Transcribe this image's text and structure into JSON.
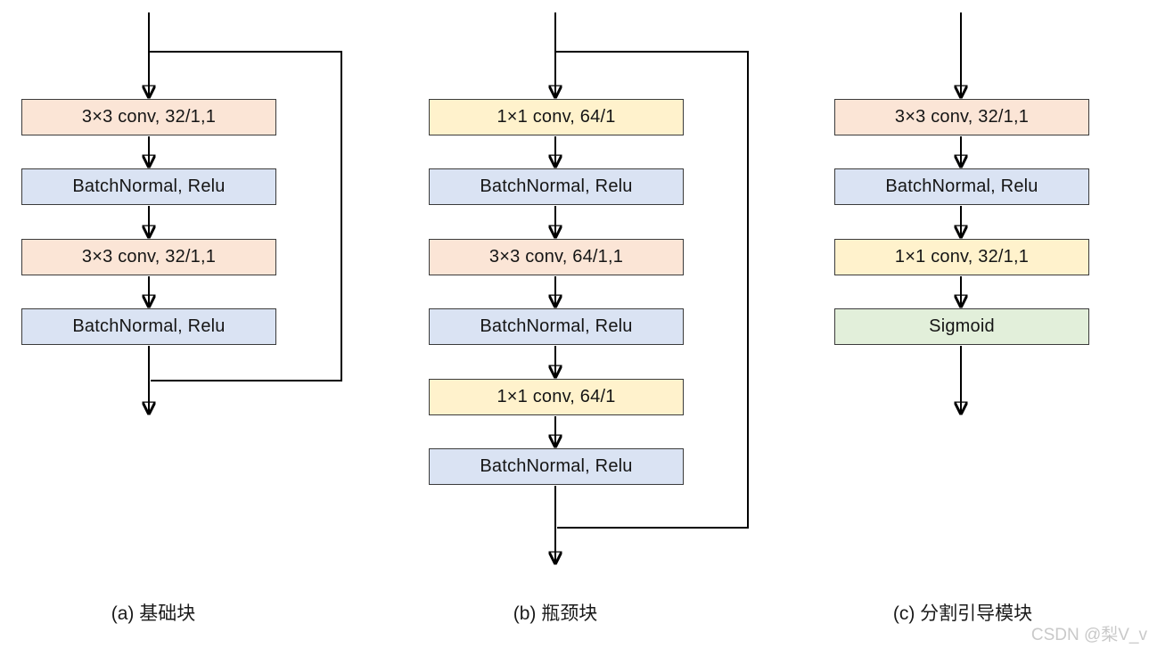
{
  "figure": {
    "columns": [
      {
        "caption": "(a)  基础块",
        "boxes": [
          {
            "label": "3×3 conv, 32/1,1",
            "type": "conv3"
          },
          {
            "label": "BatchNormal, Relu",
            "type": "bn"
          },
          {
            "label": "3×3 conv, 32/1,1",
            "type": "conv3"
          },
          {
            "label": "BatchNormal, Relu",
            "type": "bn"
          }
        ],
        "skip_connection": true
      },
      {
        "caption": "(b) 瓶颈块",
        "boxes": [
          {
            "label": "1×1 conv, 64/1",
            "type": "conv1"
          },
          {
            "label": "BatchNormal, Relu",
            "type": "bn"
          },
          {
            "label": "3×3 conv, 64/1,1",
            "type": "conv3"
          },
          {
            "label": "BatchNormal, Relu",
            "type": "bn"
          },
          {
            "label": "1×1 conv, 64/1",
            "type": "conv1"
          },
          {
            "label": "BatchNormal, Relu",
            "type": "bn"
          }
        ],
        "skip_connection": true
      },
      {
        "caption": "(c) 分割引导模块",
        "boxes": [
          {
            "label": "3×3 conv, 32/1,1",
            "type": "conv3"
          },
          {
            "label": "BatchNormal, Relu",
            "type": "bn"
          },
          {
            "label": "1×1 conv, 32/1,1",
            "type": "conv1"
          },
          {
            "label": "Sigmoid",
            "type": "sigmoid"
          }
        ],
        "skip_connection": false
      }
    ],
    "colors": {
      "conv3_fill": "#fbe5d6",
      "bn_fill": "#dae3f3",
      "conv1_fill": "#fff2cc",
      "sigmoid_fill": "#e2efda",
      "box_border": "#3b3b3b",
      "line": "#000000"
    },
    "watermark": "CSDN @梨V_v"
  }
}
